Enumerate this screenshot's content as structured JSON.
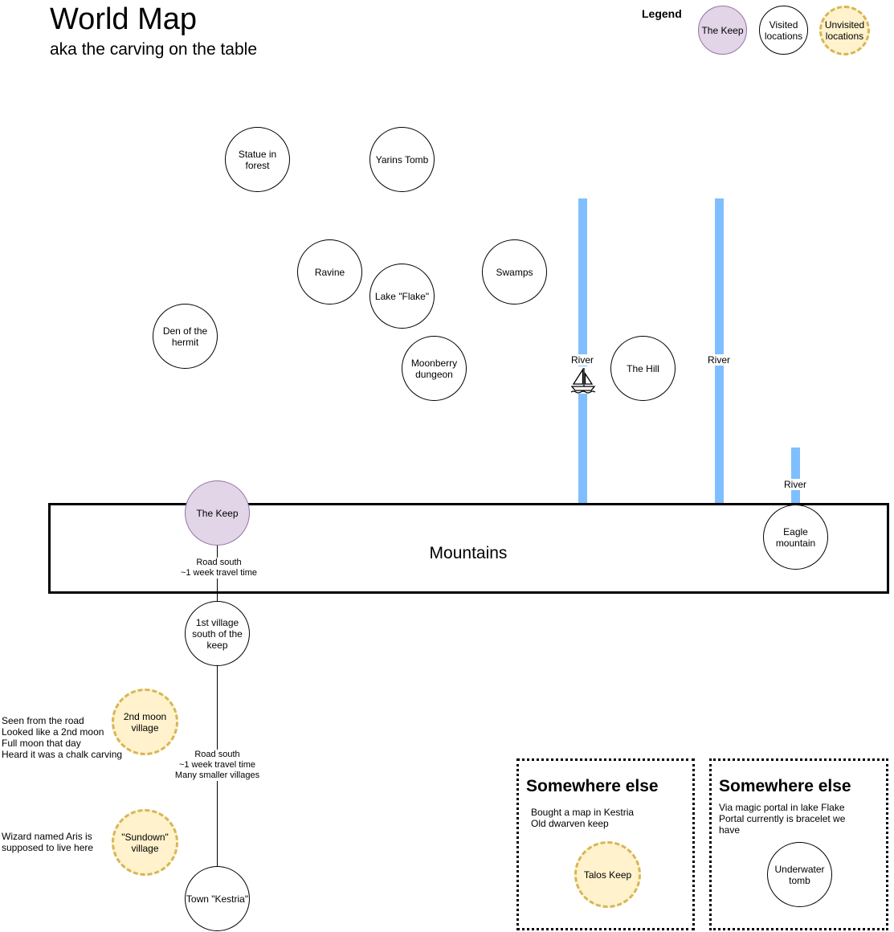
{
  "header": {
    "title": "World Map",
    "subtitle": "aka the carving on the table"
  },
  "legend": {
    "label": "Legend",
    "keep": "The Keep",
    "visited": "Visited\nlocations",
    "unvisited": "Unvisited\nlocations"
  },
  "locations": {
    "statue": "Statue in\nforest",
    "yarins_tomb": "Yarins Tomb",
    "ravine": "Ravine",
    "lake_flake": "Lake \"Flake\"",
    "swamps": "Swamps",
    "den_hermit": "Den of the\nhermit",
    "moonberry": "Moonberry\ndungeon",
    "the_hill": "The Hill",
    "the_keep": "The Keep",
    "eagle_mountain": "Eagle\nmountain",
    "first_village": "1st village\nsouth of the\nkeep",
    "second_moon": "2nd moon\nvillage",
    "sundown": "\"Sundown\"\nvillage",
    "kestria": "Town \"Kestria\"",
    "talos_keep": "Talos Keep",
    "underwater_tomb": "Underwater\ntomb"
  },
  "rivers": {
    "river1": "River",
    "river2": "River",
    "river3": "River"
  },
  "mountains": "Mountains",
  "roads": {
    "road1": "Road south\n~1 week travel time",
    "road2": "Road south\n~1 week travel time\nMany smaller villages"
  },
  "notes": {
    "second_moon": "Seen from the road\nLooked like a 2nd moon\nFull moon that day\nHeard it was a chalk carving",
    "sundown": "Wizard named Aris is\nsupposed to live here"
  },
  "elsewhere": [
    {
      "title": "Somewhere else",
      "text": "Bought a map in Kestria\nOld dwarven keep"
    },
    {
      "title": "Somewhere else",
      "text": "Via magic portal in lake Flake\nPortal currently is bracelet we\nhave"
    }
  ],
  "icons": {
    "boat": "sailboat-icon"
  },
  "colors": {
    "river": "#7fbfff",
    "keep_fill": "#e1d5e7",
    "keep_stroke": "#9673a6",
    "unvisited_fill": "#fff2cc",
    "unvisited_stroke": "#d6b656"
  }
}
